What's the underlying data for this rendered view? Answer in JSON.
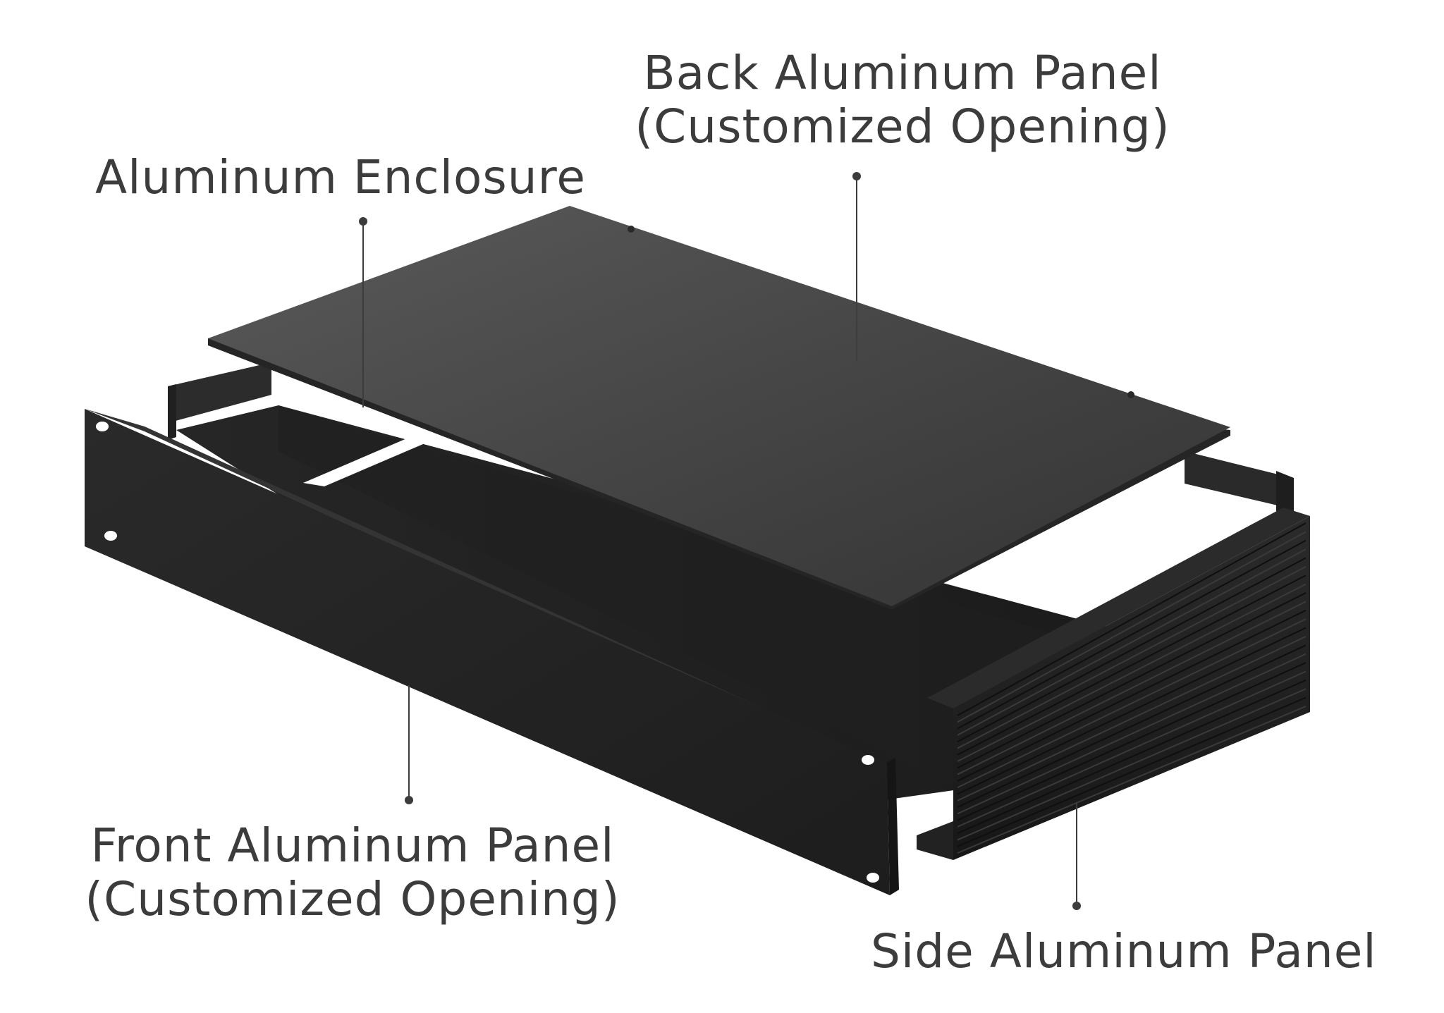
{
  "callouts": {
    "back_panel": {
      "line1": "Back Aluminum Panel",
      "line2": "(Customized Opening)"
    },
    "enclosure": {
      "line1": "Aluminum Enclosure"
    },
    "front_panel": {
      "line1": "Front Aluminum Panel",
      "line2": "(Customized Opening)"
    },
    "side_panel": {
      "line1": "Side Aluminum Panel"
    }
  },
  "colors": {
    "label_text": "#3c3c3c",
    "leader_line": "#3c3c3c",
    "metal_dark": "#1c1c1c",
    "metal_mid": "#2e2e2e",
    "top_panel": "#4c4c4c",
    "background": "#ffffff"
  },
  "illustration": "rack-mount-aluminum-enclosure-exploded-view"
}
